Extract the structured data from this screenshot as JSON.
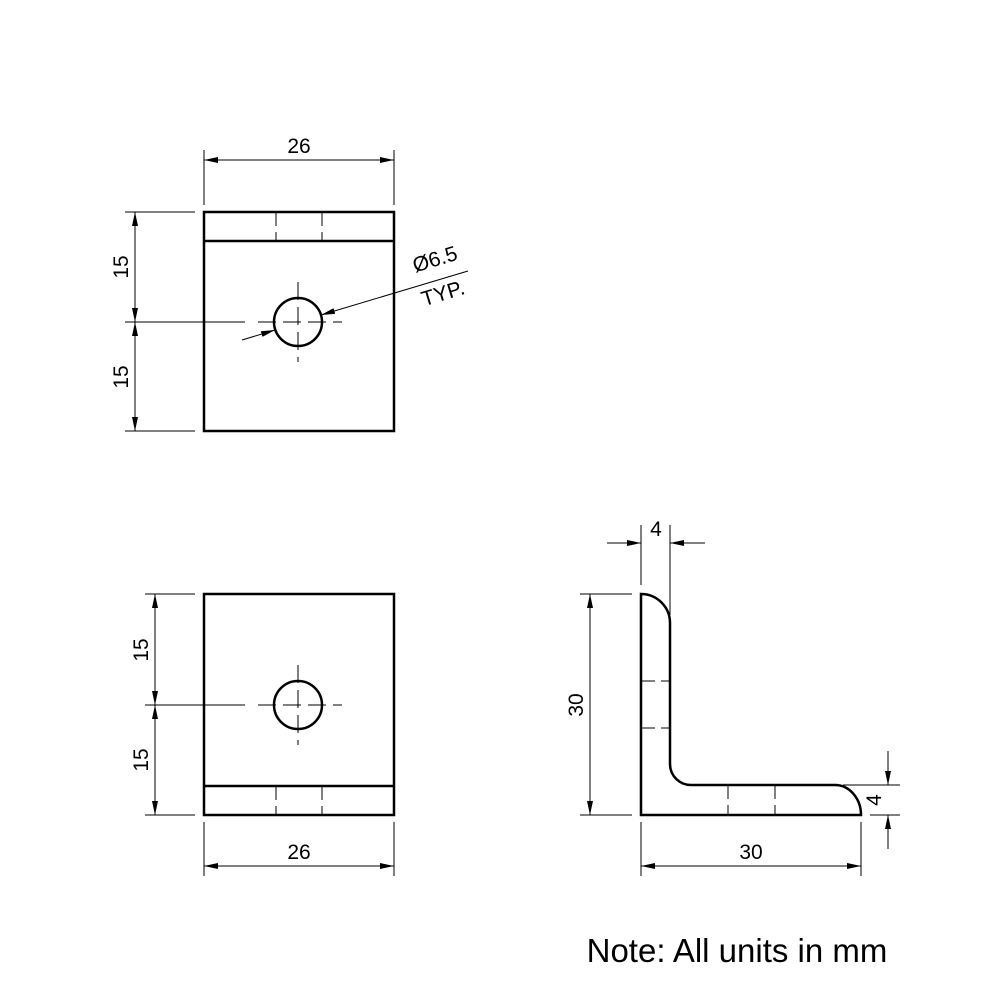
{
  "top_view": {
    "width_dim": "26",
    "upper_dim": "15",
    "lower_dim": "15",
    "hole_callout": "Ø6.5",
    "hole_callout_note": "TYP."
  },
  "bottom_view": {
    "width_dim": "26",
    "upper_dim": "15",
    "lower_dim": "15"
  },
  "side_view": {
    "thickness_top_dim": "4",
    "height_dim": "30",
    "length_dim": "30",
    "thickness_right_dim": "4"
  },
  "note": "Note: All units in mm"
}
